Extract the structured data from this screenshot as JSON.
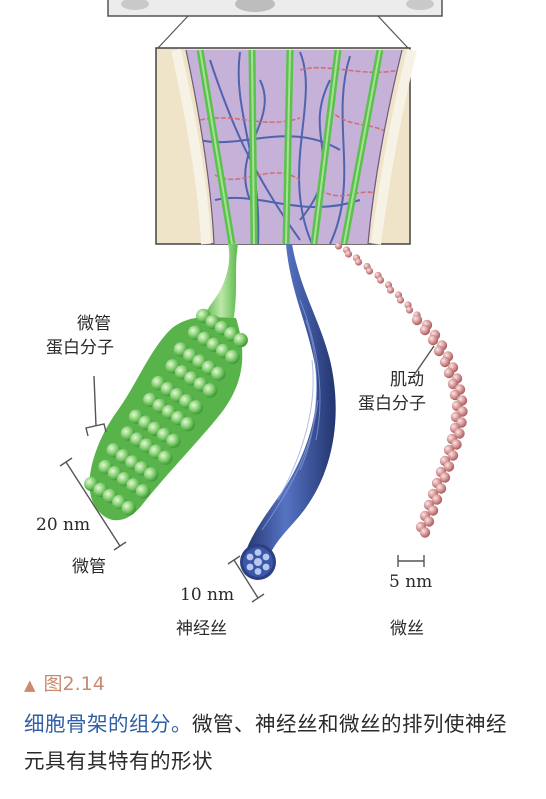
{
  "figure": {
    "labels": {
      "tubulin": [
        "微管",
        "蛋白分子"
      ],
      "actin": [
        "肌动",
        "蛋白分子"
      ],
      "mt_size": "20 nm",
      "mt_name": "微管",
      "nf_size": "10 nm",
      "nf_name": "神经丝",
      "mf_size": "5 nm",
      "mf_name": "微丝"
    }
  },
  "caption": {
    "number": "图2.14",
    "title": "细胞骨架的组分。",
    "body": "微管、神经丝和微丝的排列使神经元具有其特有的形状"
  },
  "colors": {
    "microtubule": "#7ccf6a",
    "neurofilament": "#3b57a6",
    "microfilament": "#d99a9a",
    "accent": "#2e5ea6",
    "figure_number": "#c98a6e"
  }
}
